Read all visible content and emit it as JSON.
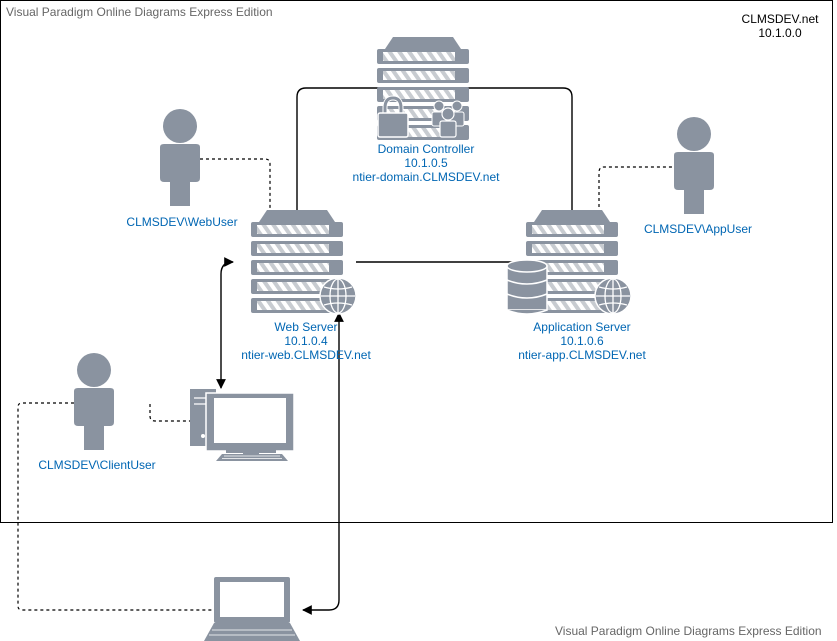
{
  "watermark": {
    "top": "Visual Paradigm Online Diagrams Express Edition",
    "bottom": "Visual Paradigm Online Diagrams Express Edition"
  },
  "network": {
    "domain": "CLMSDEV.net",
    "subnet": "10.1.0.0"
  },
  "nodes": {
    "domain_controller": {
      "name": "Domain Controller",
      "ip": "10.1.0.5",
      "host": "ntier-domain.CLMSDEV.net"
    },
    "web_server": {
      "name": "Web Server",
      "ip": "10.1.0.4",
      "host": "ntier-web.CLMSDEV.net"
    },
    "app_server": {
      "name": "Application Server",
      "ip": "10.1.0.6",
      "host": "ntier-app.CLMSDEV.net"
    }
  },
  "users": {
    "web_user": "CLMSDEV\\WebUser",
    "app_user": "CLMSDEV\\AppUser",
    "client_user": "CLMSDEV\\ClientUser"
  },
  "colors": {
    "device_gray": "#8a93a0",
    "device_dark": "#5f6770",
    "label_blue": "#0066b3",
    "line": "#000000"
  }
}
